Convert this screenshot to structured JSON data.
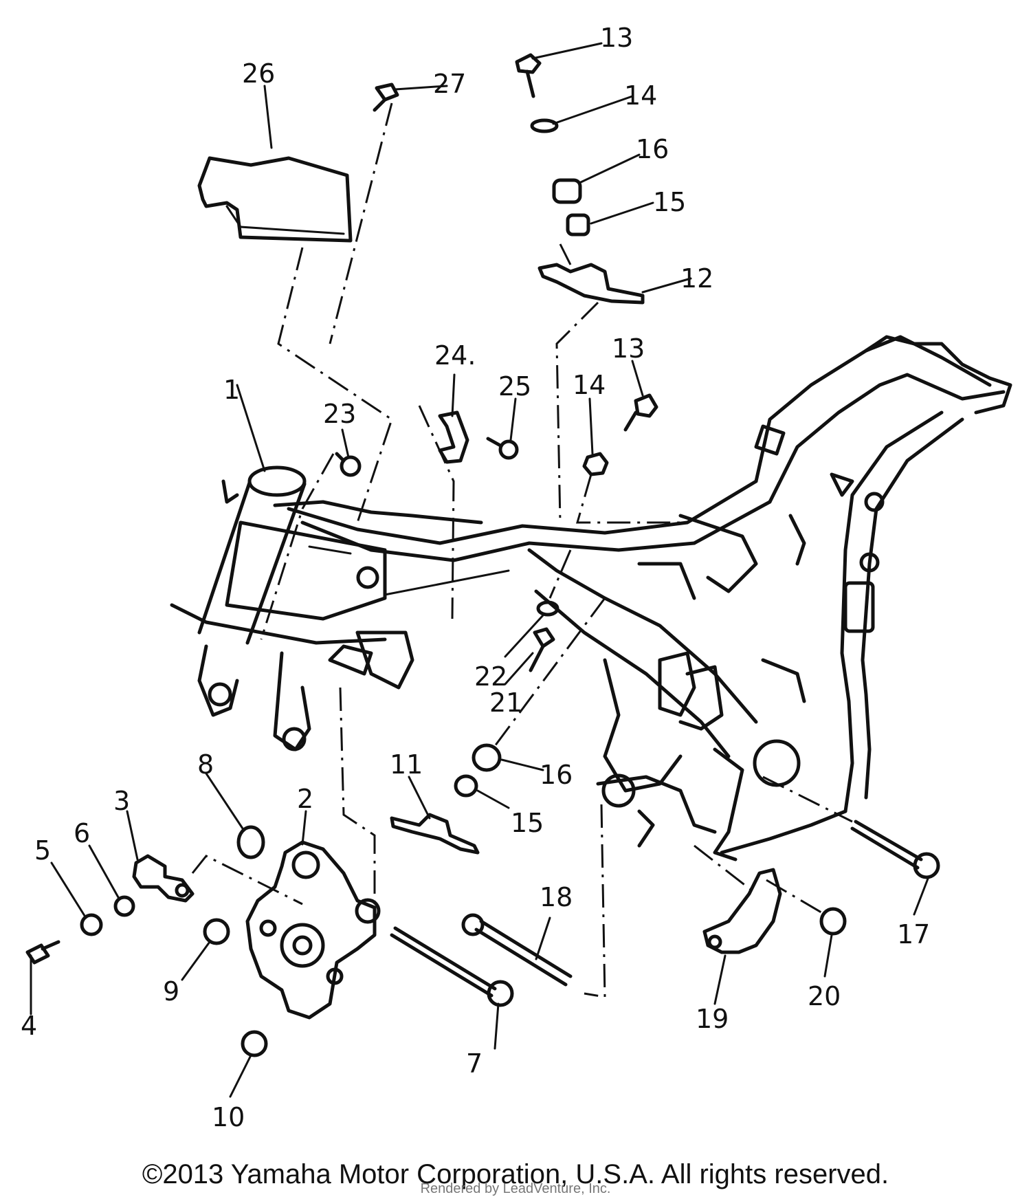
{
  "callouts": [
    {
      "id": "1",
      "label": "1"
    },
    {
      "id": "2",
      "label": "2"
    },
    {
      "id": "3",
      "label": "3"
    },
    {
      "id": "4",
      "label": "4"
    },
    {
      "id": "5",
      "label": "5"
    },
    {
      "id": "6",
      "label": "6"
    },
    {
      "id": "7",
      "label": "7"
    },
    {
      "id": "8",
      "label": "8"
    },
    {
      "id": "9",
      "label": "9"
    },
    {
      "id": "10",
      "label": "10"
    },
    {
      "id": "11",
      "label": "11"
    },
    {
      "id": "12",
      "label": "12"
    },
    {
      "id": "13a",
      "label": "13"
    },
    {
      "id": "13b",
      "label": "13"
    },
    {
      "id": "14a",
      "label": "14"
    },
    {
      "id": "14b",
      "label": "14"
    },
    {
      "id": "15a",
      "label": "15"
    },
    {
      "id": "15b",
      "label": "15"
    },
    {
      "id": "16a",
      "label": "16"
    },
    {
      "id": "16b",
      "label": "16"
    },
    {
      "id": "17",
      "label": "17"
    },
    {
      "id": "18",
      "label": "18"
    },
    {
      "id": "19",
      "label": "19"
    },
    {
      "id": "20",
      "label": "20"
    },
    {
      "id": "21",
      "label": "21"
    },
    {
      "id": "22",
      "label": "22"
    },
    {
      "id": "23",
      "label": "23"
    },
    {
      "id": "24",
      "label": "24."
    },
    {
      "id": "25",
      "label": "25"
    },
    {
      "id": "26",
      "label": "26"
    },
    {
      "id": "27",
      "label": "27"
    }
  ],
  "footer": {
    "copyright": "©2013 Yamaha Motor Corporation, U.S.A. All rights reserved.",
    "rendered_by": "Rendered by LeadVenture, Inc."
  }
}
